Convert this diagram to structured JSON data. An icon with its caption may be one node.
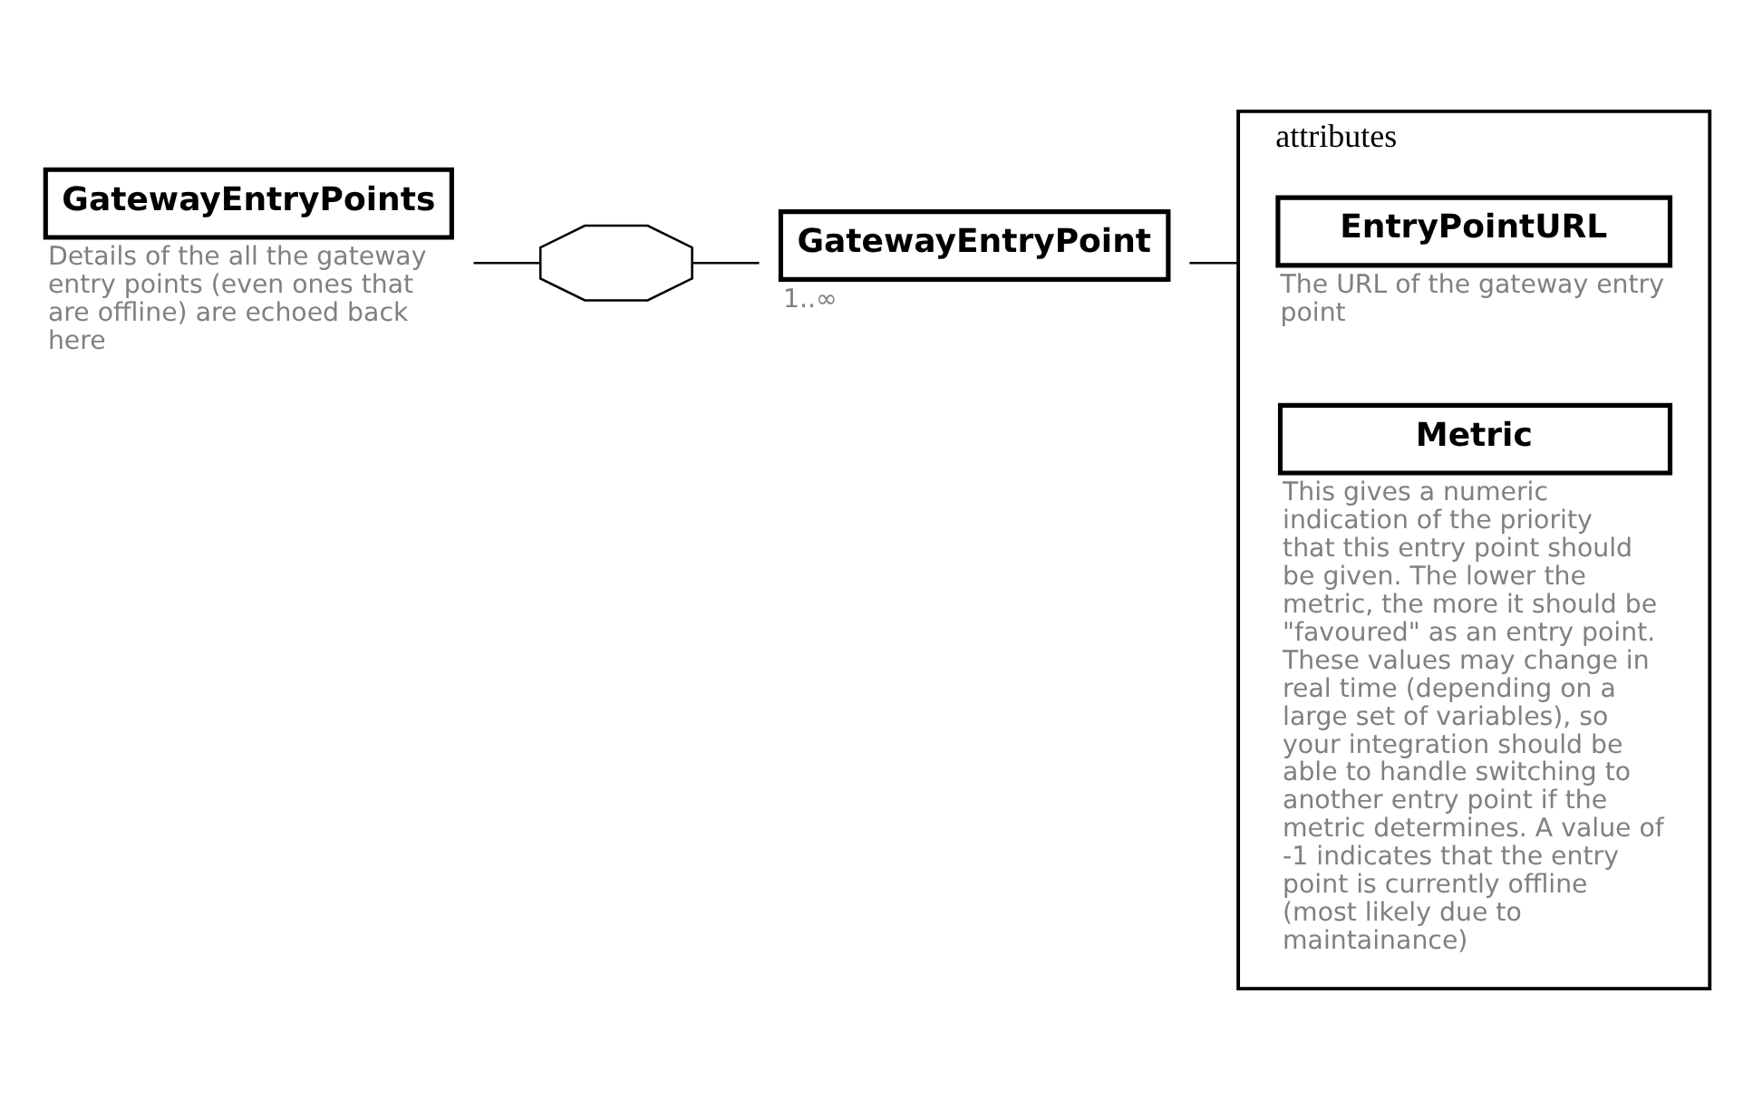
{
  "diagram": {
    "nodes": [
      {
        "text": [
          "GatewayEntryPoints"
        ],
        "beside": [
          "Details of the all the gateway entry points (even ones that are offline) are echoed back here"
        ]
      },
      {
        "text": [],
        "shape": "octagon"
      },
      {
        "text": [
          "GatewayEntryPoint"
        ],
        "beside": [
          "1..∞"
        ]
      },
      {
        "text": [
          "attributes"
        ]
      },
      {
        "text": [
          "EntryPointURL"
        ],
        "in": 3,
        "beside": [
          "The URL of the gateway entry point"
        ]
      },
      {
        "text": [
          "Metric"
        ],
        "in": 3,
        "beside": [
          "This gives a numeric indication of the priority that this entry point should be given. The lower the metric, the more it should be \"favoured\" as an entry point. These values may change in real time (depending on a large set of variables), so your integration should be able to handle switching to another entry point if the metric determines. A value of -1 indicates that the entry point is currently offline (most likely due to maintainance)"
        ]
      }
    ],
    "edges": [
      {
        "from": 0,
        "to": 1,
        "arrow": "none"
      },
      {
        "from": 1,
        "to": 2,
        "arrow": "none"
      },
      {
        "from": 2,
        "to": 3,
        "arrow": "none"
      }
    ]
  }
}
